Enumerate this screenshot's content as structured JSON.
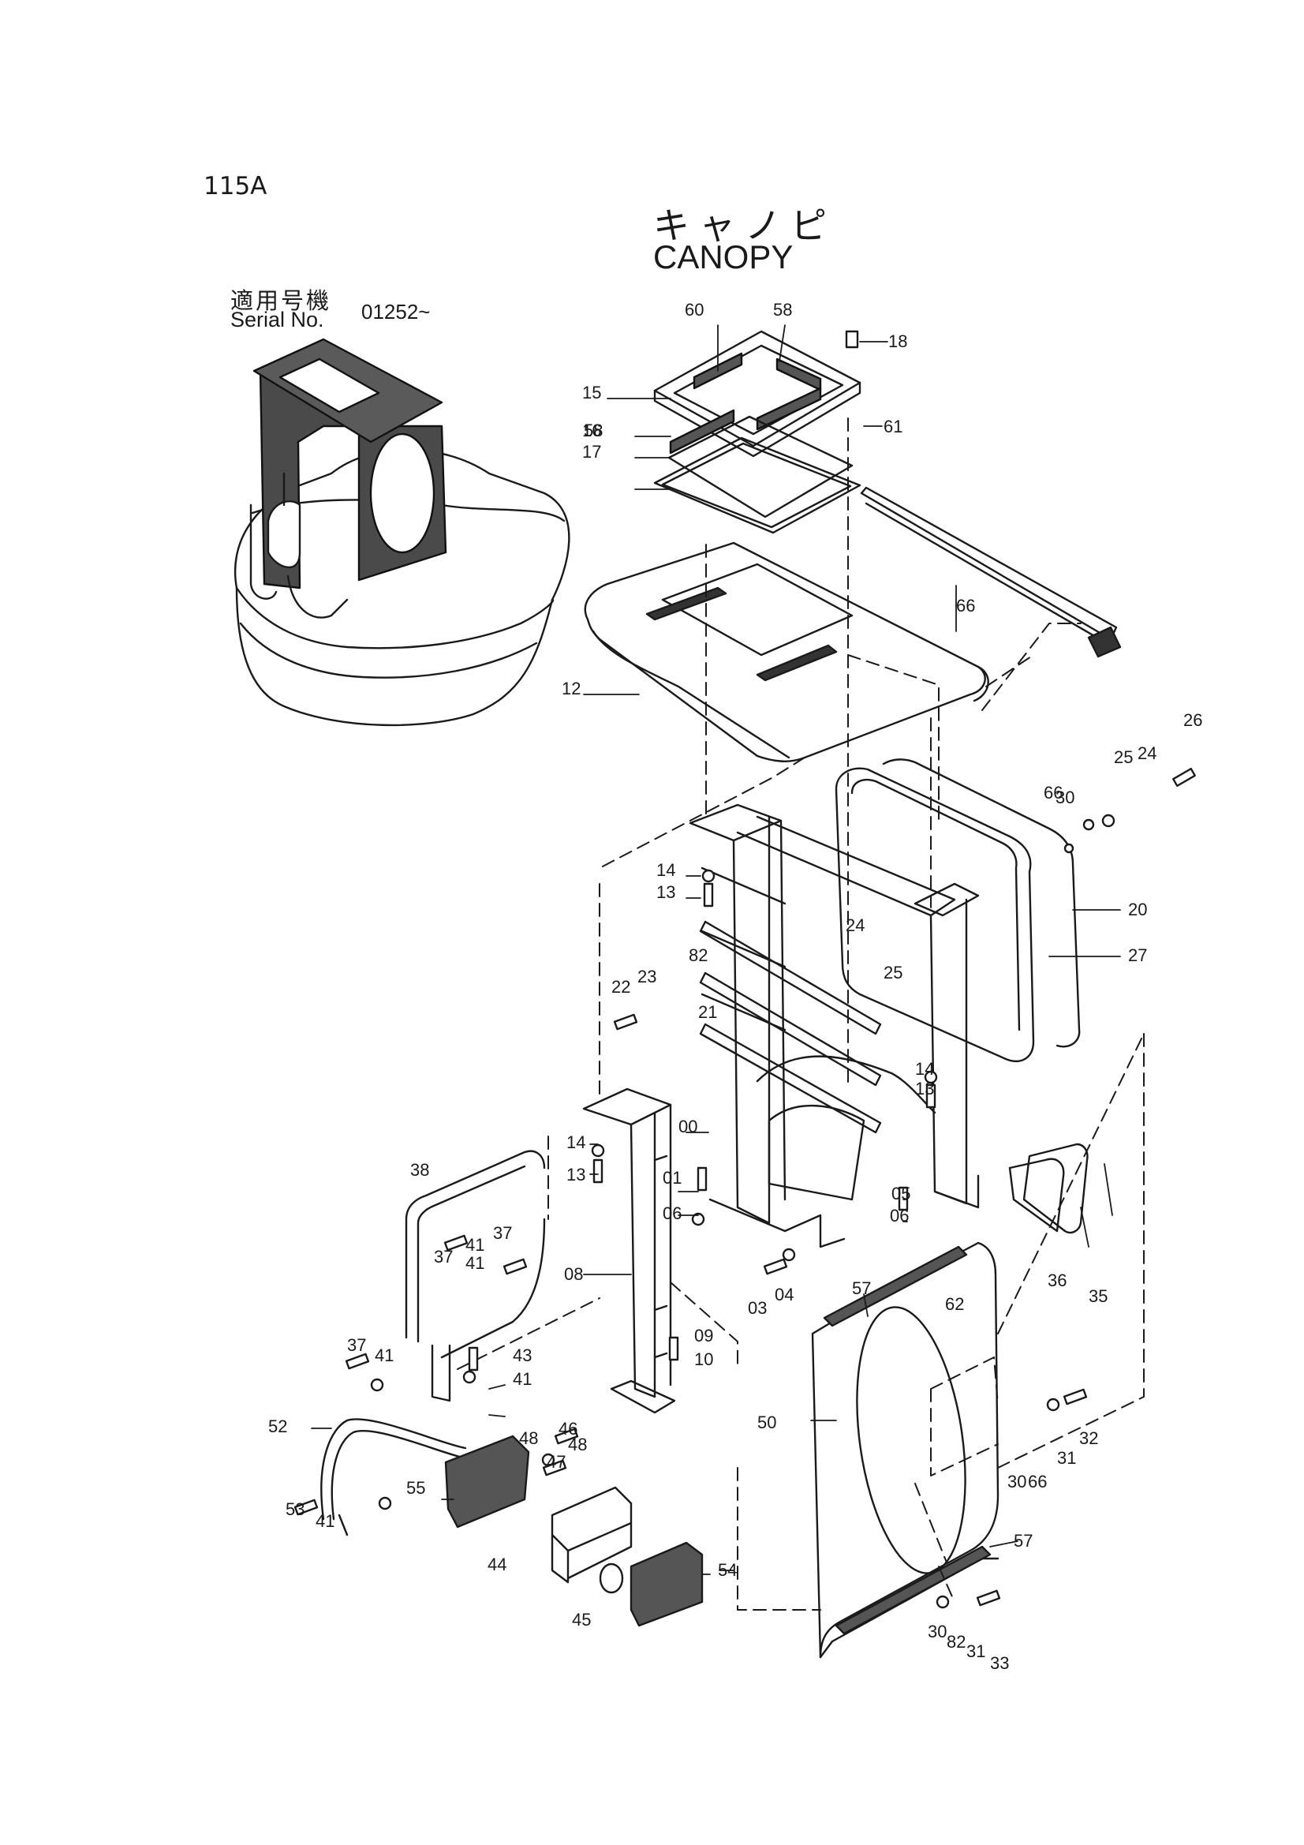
{
  "page": {
    "number": "115A"
  },
  "title": {
    "japanese": "キャノピ",
    "english": "CANOPY"
  },
  "serial": {
    "label_jp": "適用号機",
    "label_en": "Serial No.",
    "value": "01252~"
  },
  "callouts": [
    "00",
    "01",
    "03",
    "04",
    "05",
    "06",
    "06",
    "08",
    "09",
    "10",
    "12",
    "13",
    "13",
    "13",
    "14",
    "14",
    "14",
    "15",
    "16",
    "17",
    "18",
    "20",
    "21",
    "22",
    "23",
    "24",
    "24",
    "25",
    "25",
    "26",
    "27",
    "30",
    "30",
    "30",
    "31",
    "31",
    "32",
    "33",
    "35",
    "36",
    "37",
    "37",
    "37",
    "38",
    "41",
    "41",
    "41",
    "41",
    "41",
    "43",
    "44",
    "45",
    "46",
    "47",
    "48",
    "48",
    "50",
    "52",
    "53",
    "54",
    "55",
    "57",
    "57",
    "58",
    "58",
    "60",
    "61",
    "62",
    "66",
    "66",
    "66",
    "82",
    "82"
  ]
}
